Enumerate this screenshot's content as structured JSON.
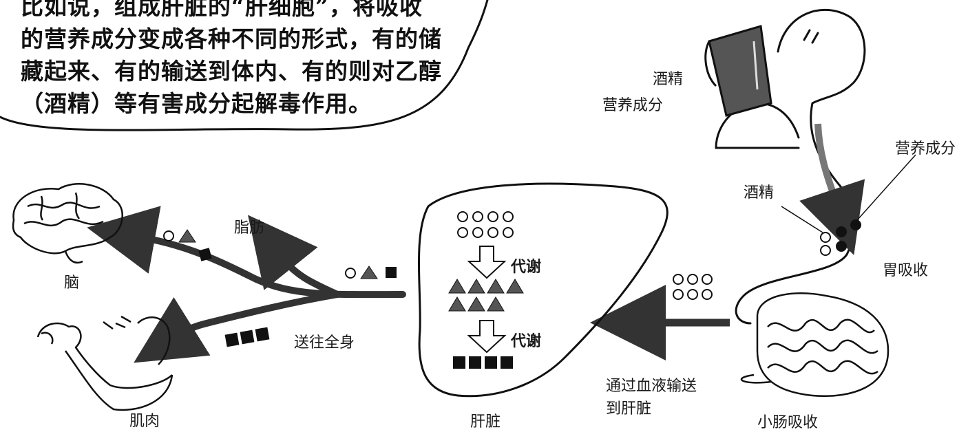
{
  "speech_bubble": {
    "lines": [
      "比如说，组成肝脏的“肝细胞”，将吸收",
      "的营养成分变成各种不同的形式，有的储",
      "藏起来、有的输送到体内、有的则对乙醇",
      "（酒精）等有害成分起解毒作用。"
    ]
  },
  "labels": {
    "drink_alcohol": "酒精",
    "drink_nutrients": "营养成分",
    "stomach_nutrients": "营养成分",
    "stomach_alcohol": "酒精",
    "stomach_absorption": "胃吸收",
    "small_intestine_absorption": "小肠吸收",
    "blood_transport_line1": "通过血液输送",
    "blood_transport_line2": "到肝脏",
    "liver": "肝脏",
    "metabolism_1": "代谢",
    "metabolism_2": "代谢",
    "fat": "脂肪",
    "sent_to_body": "送往全身",
    "brain": "脑",
    "muscle": "肌肉"
  },
  "colors": {
    "ink": "#111111",
    "arrow": "#333333",
    "drink": "#555555",
    "background": "#ffffff"
  },
  "icons": {
    "brain": "brain-icon",
    "arm": "flexed-arm-icon",
    "person": "drinking-person-icon",
    "liver": "liver-icon",
    "intestine": "intestine-icon"
  }
}
